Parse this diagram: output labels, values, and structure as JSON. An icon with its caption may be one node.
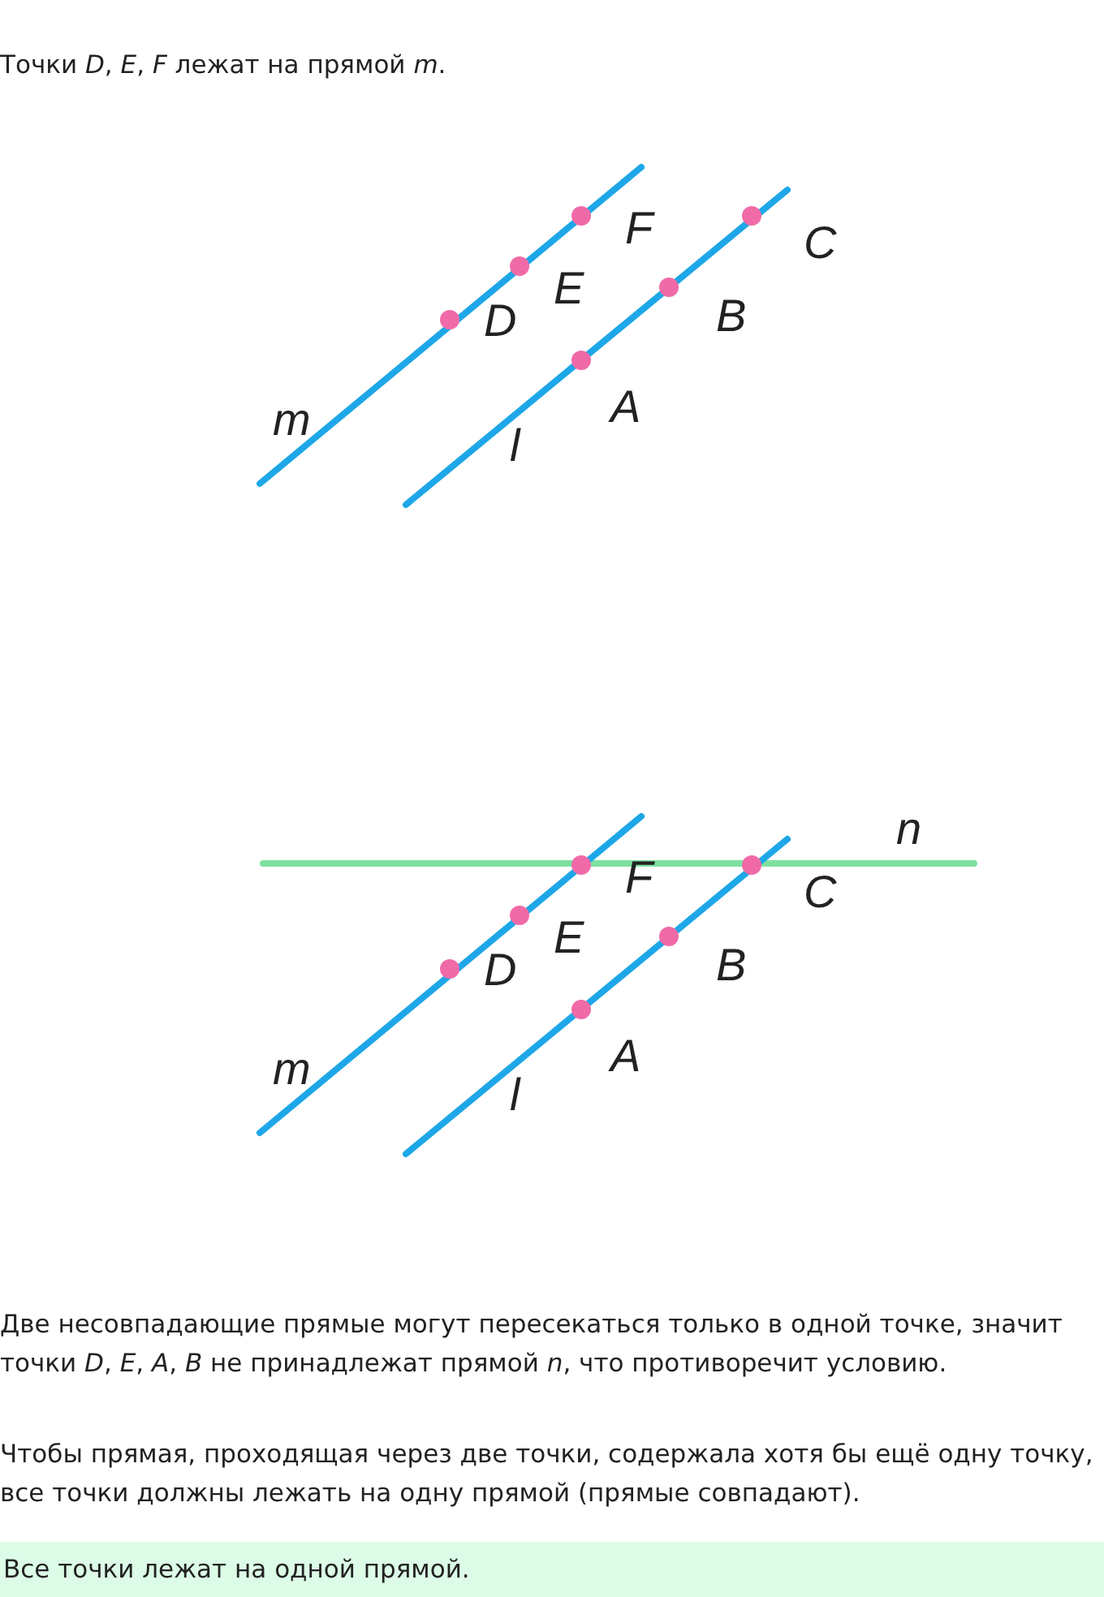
{
  "diagram": {
    "nodes": [
      {
        "text": [
          "Все точки лежат на одной прямой."
        ]
      }
    ],
    "labels": [
      "Точки *D*, *E*, *F* лежат на прямой *m*.",
      "m",
      "D",
      "E",
      "F",
      "l",
      "A",
      "B",
      "C",
      "n",
      "F",
      "C",
      "m",
      "D",
      "E",
      "B",
      "l",
      "A",
      "Две несовпадающие прямые могут пересекаться только в одной точке, значит точки *D*, *E*, *A*, *B* не принадлежат прямой *n*, что противоречит условию.",
      "Чтобы прямая, проходящая через две точки, содержала хотя бы ещё одну точку, все точки должны лежать на одну прямой (прямые совпадают)."
    ]
  }
}
